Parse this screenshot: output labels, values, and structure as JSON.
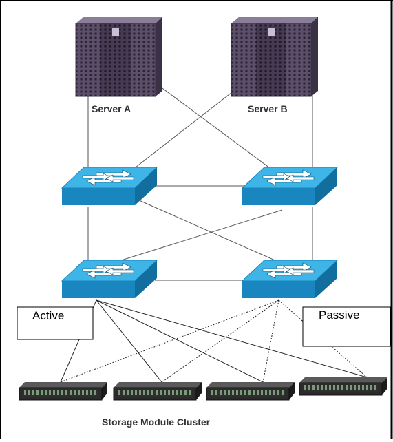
{
  "labels": {
    "server_a": "Server A",
    "server_b": "Server B",
    "active": "Active",
    "passive": "Passive",
    "cluster": "Storage Module Cluster"
  },
  "icons": {
    "server": "server-tower-icon",
    "switch": "network-switch-icon",
    "storage": "storage-drive-icon"
  },
  "colors": {
    "server_body": "#5a4d68",
    "switch_top": "#3fb4e6",
    "switch_side": "#1a86c0",
    "storage_body": "#2b2b2b"
  }
}
